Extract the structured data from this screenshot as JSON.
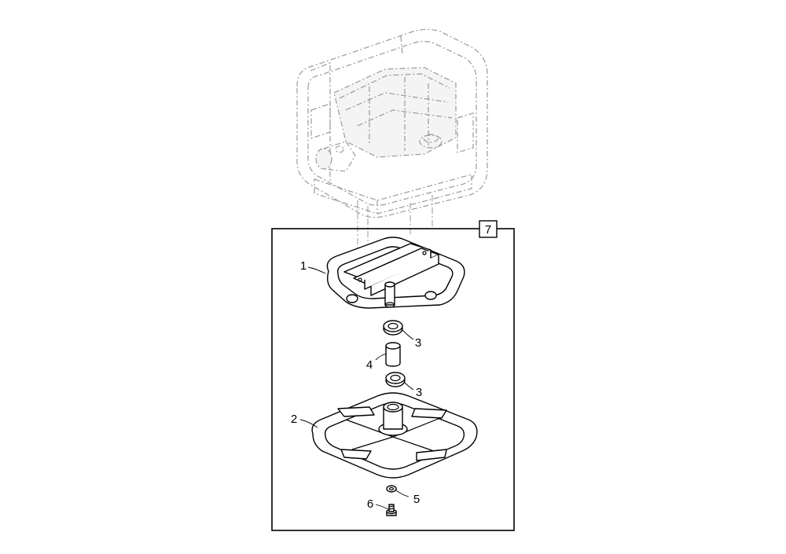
{
  "kit": {
    "number": "7"
  },
  "callouts": [
    {
      "id": "upper-frame",
      "label": "1"
    },
    {
      "id": "base-frame",
      "label": "2"
    },
    {
      "id": "bearing-upper",
      "label": "3"
    },
    {
      "id": "bushing",
      "label": "4"
    },
    {
      "id": "bearing-lower",
      "label": "3"
    },
    {
      "id": "washer",
      "label": "5"
    },
    {
      "id": "bolt",
      "label": "6"
    }
  ],
  "colors": {
    "line": "#000000",
    "ghost": "#9a9a9a",
    "background": "#ffffff"
  }
}
